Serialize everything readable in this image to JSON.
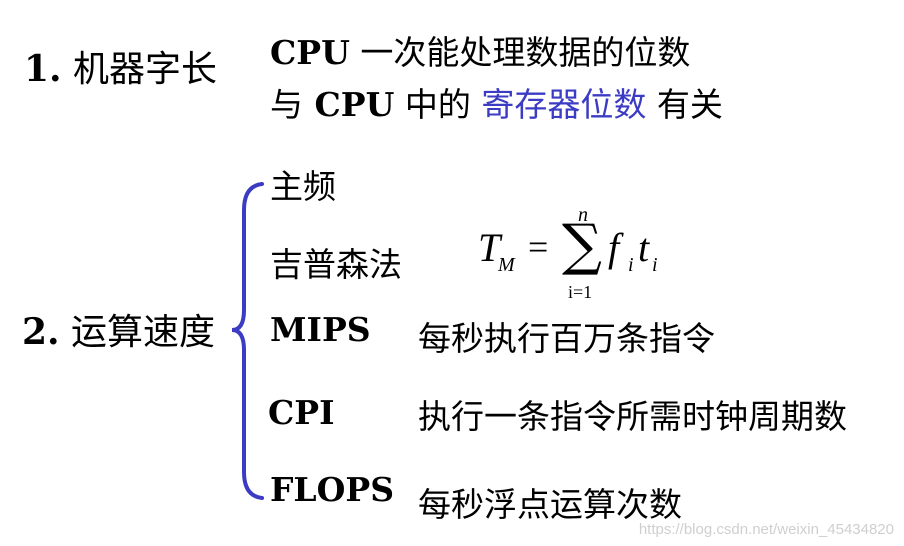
{
  "section1": {
    "label_num": "1.",
    "label_text": "机器字长",
    "line1_bold": "CPU",
    "line1_rest": " 一次能处理数据的位数",
    "line2_pre": "与",
    "line2_bold": " CPU",
    "line2_mid": " 中的 ",
    "line2_accent": "寄存器位数",
    "line2_post": " 有关"
  },
  "section2": {
    "label_num": "2.",
    "label_text": "运算速度",
    "items": [
      {
        "name": "主频",
        "desc": ""
      },
      {
        "name": "吉普森法",
        "desc": ""
      },
      {
        "name": "MIPS",
        "desc": "每秒执行百万条指令"
      },
      {
        "name": "CPI",
        "desc": "执行一条指令所需时钟周期数"
      },
      {
        "name": "FLOPS",
        "desc": "每秒浮点运算次数"
      }
    ],
    "formula": {
      "lhs": "T",
      "lhs_sub": "M",
      "eq": "=",
      "sum": "∑",
      "upper": "n",
      "lower": "i=1",
      "f": "f",
      "f_sub": "i",
      "t": "t",
      "t_sub": "i"
    }
  },
  "colors": {
    "accent": "#3b3bc4",
    "brace": "#3b3bc4",
    "watermark": "#cfcfcf"
  },
  "watermark": "https://blog.csdn.net/weixin_45434820"
}
